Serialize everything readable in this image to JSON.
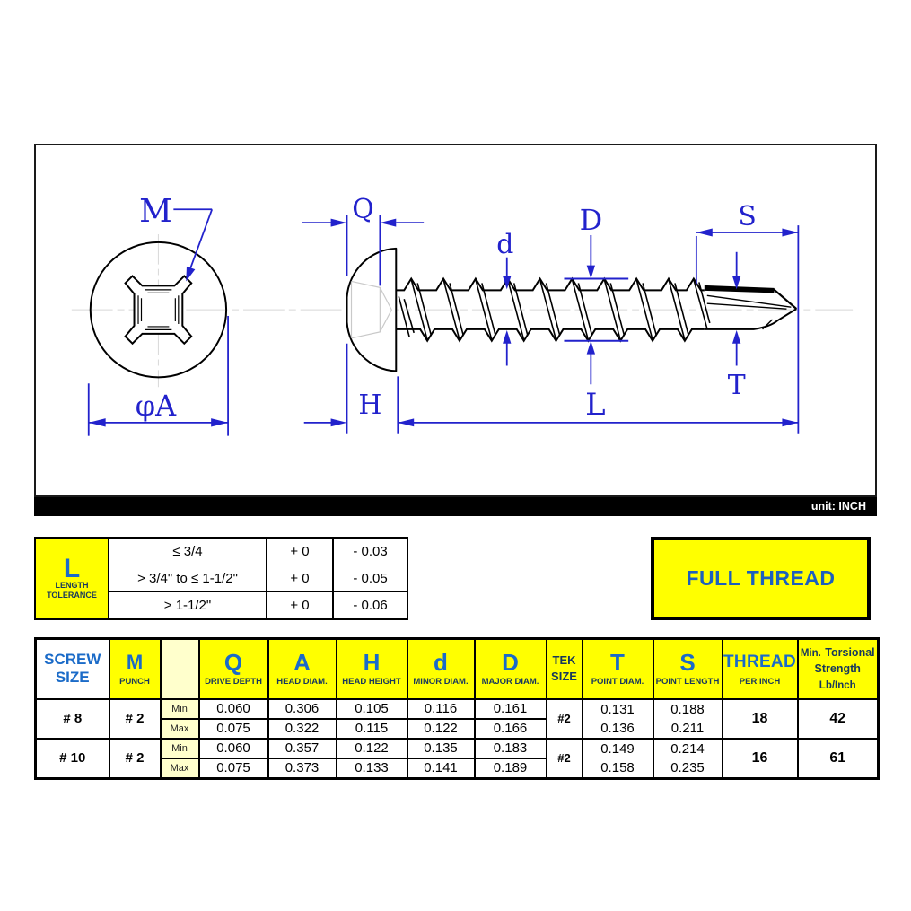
{
  "unit_bar": {
    "label": "unit: INCH"
  },
  "colors": {
    "dimension_blue": "#2222CC",
    "table_blue": "#1B6BC8",
    "navy": "#17375D",
    "yellow": "#FFFF00",
    "cream": "#FFFFCC"
  },
  "drawing": {
    "labels": {
      "punch_recess": "M",
      "head_diameter": "φA",
      "drive_depth": "Q",
      "head_height": "H",
      "minor_diameter": "d",
      "major_diameter": "D",
      "point_length": "S",
      "point_diameter": "T",
      "length": "L"
    }
  },
  "tolerance_table": {
    "letter": "L",
    "caption_line1": "LENGTH",
    "caption_line2": "TOLERANCE",
    "rows": [
      {
        "range": "≤ 3/4",
        "plus": "+ 0",
        "minus": "- 0.03"
      },
      {
        "range": "> 3/4\" to ≤ 1-1/2\"",
        "plus": "+ 0",
        "minus": "- 0.05"
      },
      {
        "range": "> 1-1/2\"",
        "plus": "+ 0",
        "minus": "- 0.06"
      }
    ]
  },
  "full_thread": {
    "label": "FULL THREAD"
  },
  "spec_table": {
    "headers": {
      "screw_size_line1": "SCREW",
      "screw_size_line2": "SIZE",
      "m_letter": "M",
      "m_sub": "PUNCH",
      "q_letter": "Q",
      "q_sub": "DRIVE DEPTH",
      "a_letter": "A",
      "a_sub": "HEAD DIAM.",
      "h_letter": "H",
      "h_sub": "HEAD HEIGHT",
      "d_letter": "d",
      "d_sub": "MINOR DIAM.",
      "dmaj_letter": "D",
      "dmaj_sub": "MAJOR DIAM.",
      "tek_line1": "TEK",
      "tek_line2": "SIZE",
      "t_letter": "T",
      "t_sub": "POINT DIAM.",
      "s_letter": "S",
      "s_sub": "POINT LENGTH",
      "thread_letter": "THREAD",
      "thread_sub": "PER INCH",
      "torsional_line1": "Min.",
      "torsional_line2": "Torsional",
      "torsional_line3": "Strength",
      "torsional_line4": "Lb/Inch"
    },
    "min_label": "Min",
    "max_label": "Max",
    "rows": [
      {
        "size": "# 8",
        "punch": "# 2",
        "min": {
          "q": "0.060",
          "a": "0.306",
          "h": "0.105",
          "d": "0.116",
          "dmaj": "0.161"
        },
        "max": {
          "q": "0.075",
          "a": "0.322",
          "h": "0.115",
          "d": "0.122",
          "dmaj": "0.166"
        },
        "tek": "#2",
        "t": {
          "min": "0.131",
          "max": "0.136"
        },
        "s": {
          "min": "0.188",
          "max": "0.211"
        },
        "thread_per_inch": "18",
        "torsional_strength": "42"
      },
      {
        "size": "# 10",
        "punch": "# 2",
        "min": {
          "q": "0.060",
          "a": "0.357",
          "h": "0.122",
          "d": "0.135",
          "dmaj": "0.183"
        },
        "max": {
          "q": "0.075",
          "a": "0.373",
          "h": "0.133",
          "d": "0.141",
          "dmaj": "0.189"
        },
        "tek": "#2",
        "t": {
          "min": "0.149",
          "max": "0.158"
        },
        "s": {
          "min": "0.214",
          "max": "0.235"
        },
        "thread_per_inch": "16",
        "torsional_strength": "61"
      }
    ]
  }
}
